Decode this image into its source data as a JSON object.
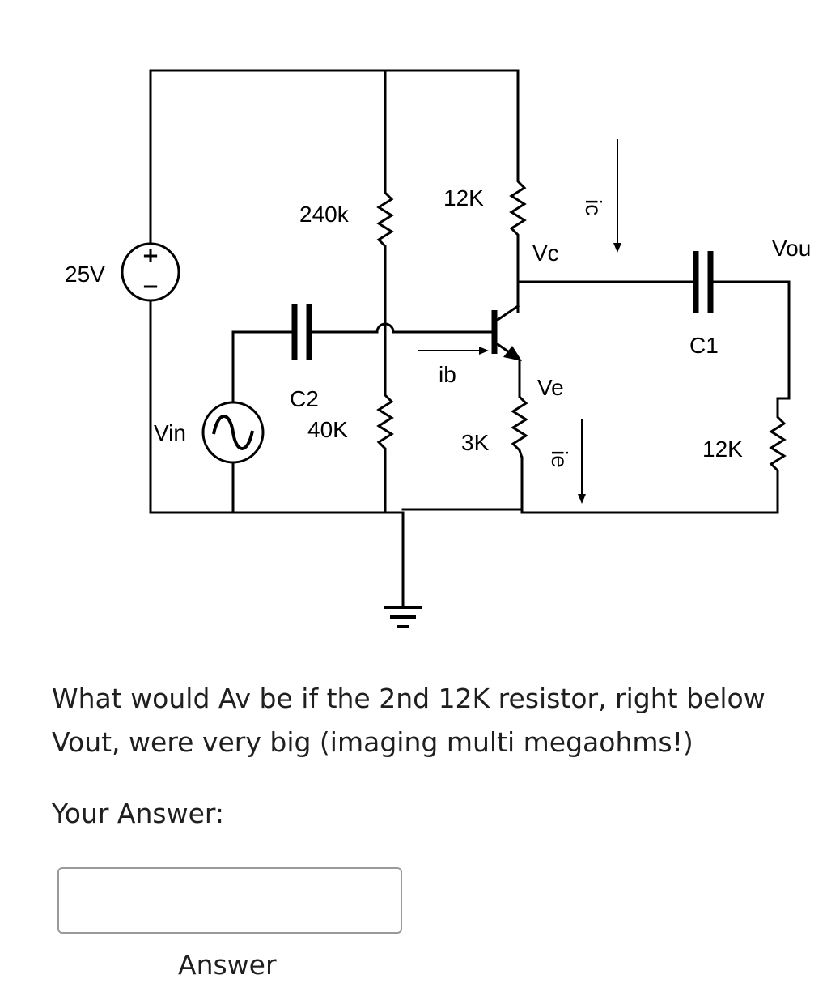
{
  "circuit": {
    "source_voltage": "25V",
    "source_plus": "+",
    "source_minus": "−",
    "input_source": "Vin",
    "r_top_bias": "240k",
    "r_bottom_bias": "40K",
    "r_collector": "12K",
    "r_emitter": "3K",
    "r_load": "12K",
    "cap_in": "C2",
    "cap_out": "C1",
    "node_collector": "Vc",
    "node_emitter": "Ve",
    "node_output": "Vou",
    "current_base": "ib",
    "current_collector": "ic",
    "current_emitter": "ie"
  },
  "question": {
    "text": "What would Av be if the 2nd 12K resistor, right below Vout, were very big (imaging multi megaohms!)"
  },
  "answer": {
    "label": "Your Answer:",
    "value": "",
    "placeholder": "",
    "caption": "Answer"
  }
}
